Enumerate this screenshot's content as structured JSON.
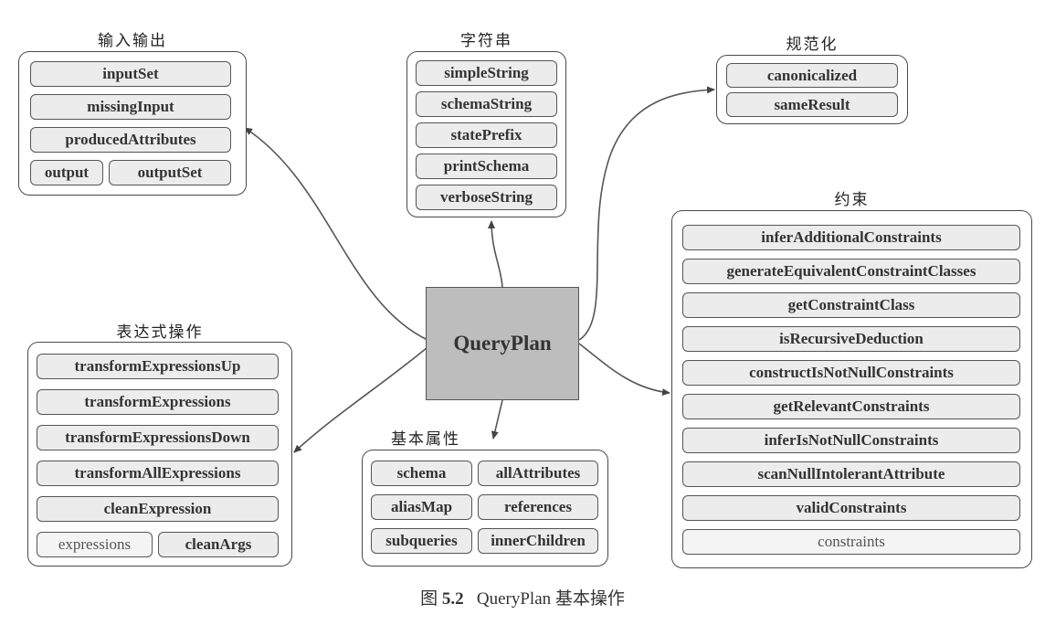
{
  "center": {
    "label": "QueryPlan"
  },
  "groups": {
    "io": {
      "title": "输入输出",
      "items": [
        "inputSet",
        "missingInput",
        "producedAttributes",
        "output",
        "outputSet"
      ]
    },
    "string": {
      "title": "字符串",
      "items": [
        "simpleString",
        "schemaString",
        "statePrefix",
        "printSchema",
        "verboseString"
      ]
    },
    "canonical": {
      "title": "规范化",
      "items": [
        "canonicalized",
        "sameResult"
      ]
    },
    "constraints": {
      "title": "约束",
      "items": [
        "inferAdditionalConstraints",
        "generateEquivalentConstraintClasses",
        "getConstraintClass",
        "isRecursiveDeduction",
        "constructIsNotNullConstraints",
        "getRelevantConstraints",
        "inferIsNotNullConstraints",
        "scanNullIntolerantAttribute",
        "validConstraints",
        "constraints"
      ]
    },
    "expr": {
      "title": "表达式操作",
      "items": [
        "transformExpressionsUp",
        "transformExpressions",
        "transformExpressionsDown",
        "transformAllExpressions",
        "cleanExpression",
        "expressions",
        "cleanArgs"
      ]
    },
    "basic": {
      "title": "基本属性",
      "items": [
        "schema",
        "allAttributes",
        "aliasMap",
        "references",
        "subqueries",
        "innerChildren"
      ]
    }
  },
  "caption": {
    "prefix": "图",
    "number": "5.2",
    "text": "QueryPlan 基本操作"
  }
}
